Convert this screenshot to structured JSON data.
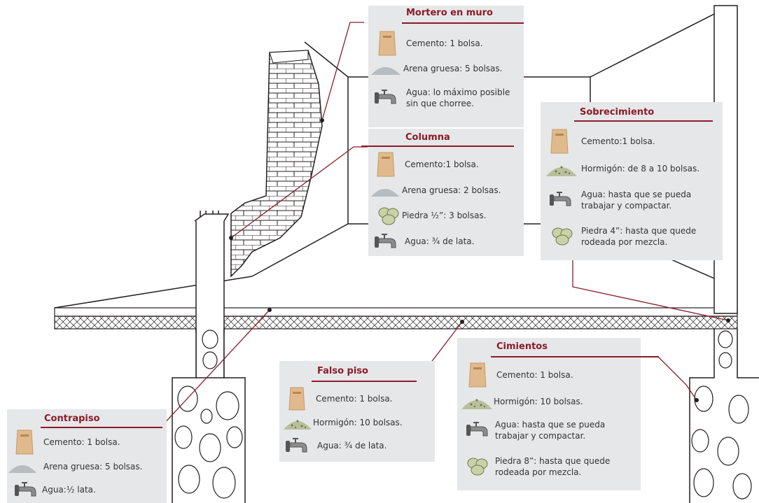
{
  "colors": {
    "accent": "#8a1c2b",
    "panel_bg": "#e6e7e8",
    "text": "#333333",
    "line": "#231f20"
  },
  "panels": {
    "mortero": {
      "title": "Mortero en muro",
      "items": [
        {
          "icon": "cement-bag-icon",
          "text": "Cemento: 1 bolsa."
        },
        {
          "icon": "sand-pile-icon",
          "text": "Arena gruesa: 5 bolsas."
        },
        {
          "icon": "water-tap-icon",
          "text": "Agua: lo máximo posible sin que chorree."
        }
      ]
    },
    "columna": {
      "title": "Columna",
      "items": [
        {
          "icon": "cement-bag-icon",
          "text": "Cemento:1 bolsa."
        },
        {
          "icon": "sand-pile-icon",
          "text": "Arena gruesa: 2 bolsas."
        },
        {
          "icon": "stone-icon",
          "text": "Piedra ½”: 3 bolsas."
        },
        {
          "icon": "water-tap-icon",
          "text": "Agua: ¾ de lata."
        }
      ]
    },
    "sobrecimiento": {
      "title": "Sobrecimiento",
      "items": [
        {
          "icon": "cement-bag-icon",
          "text": "Cemento:1 bolsa."
        },
        {
          "icon": "gravel-pile-icon",
          "text": "Hormigón: de 8 a 10 bolsas."
        },
        {
          "icon": "water-tap-icon",
          "text": "Agua: hasta que se pueda trabajar y compactar."
        },
        {
          "icon": "stone-icon",
          "text": "Piedra 4”: hasta que quede rodeada por mezcla."
        }
      ]
    },
    "falso_piso": {
      "title": "Falso piso",
      "items": [
        {
          "icon": "cement-bag-icon",
          "text": "Cemento: 1 bolsa."
        },
        {
          "icon": "gravel-pile-icon",
          "text": "Hormigón: 10 bolsas."
        },
        {
          "icon": "water-tap-icon",
          "text": "Agua: ¾ de lata."
        }
      ]
    },
    "cimientos": {
      "title": "Cimientos",
      "items": [
        {
          "icon": "cement-bag-icon",
          "text": "Cemento: 1 bolsa."
        },
        {
          "icon": "gravel-pile-icon",
          "text": "Hormigón: 10 bolsas."
        },
        {
          "icon": "water-tap-icon",
          "text": "Agua: hasta que se pueda trabajar y compactar."
        },
        {
          "icon": "stone-icon",
          "text": "Piedra 8”: hasta que quede rodeada por mezcla."
        }
      ]
    },
    "contrapiso": {
      "title": "Contrapiso",
      "items": [
        {
          "icon": "cement-bag-icon",
          "text": "Cemento: 1 bolsa."
        },
        {
          "icon": "sand-pile-icon",
          "text": "Arena gruesa: 5 bolsas."
        },
        {
          "icon": "water-tap-icon",
          "text": "Agua:½ lata."
        }
      ]
    }
  }
}
